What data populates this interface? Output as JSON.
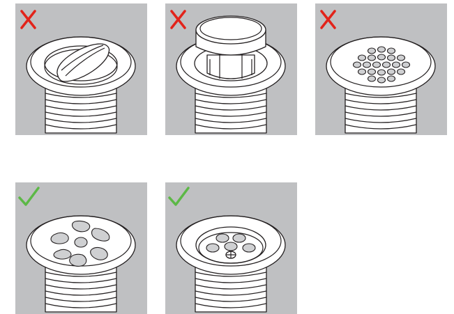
{
  "colors": {
    "panel_background": "#bfc0c2",
    "cross_mark": "#e2231a",
    "check_mark": "#5cb846",
    "outline": "#231f20"
  },
  "items": [
    {
      "depicts": "rotating-disc-drain-plug",
      "mark": "cross-mark"
    },
    {
      "depicts": "pop-up-cap-drain-plug",
      "mark": "cross-mark"
    },
    {
      "depicts": "perforated-grid-drain-strainer",
      "mark": "cross-mark"
    },
    {
      "depicts": "open-slot-grate-drain",
      "mark": "check-mark"
    },
    {
      "depicts": "recessed-hole-drain",
      "mark": "check-mark"
    }
  ]
}
